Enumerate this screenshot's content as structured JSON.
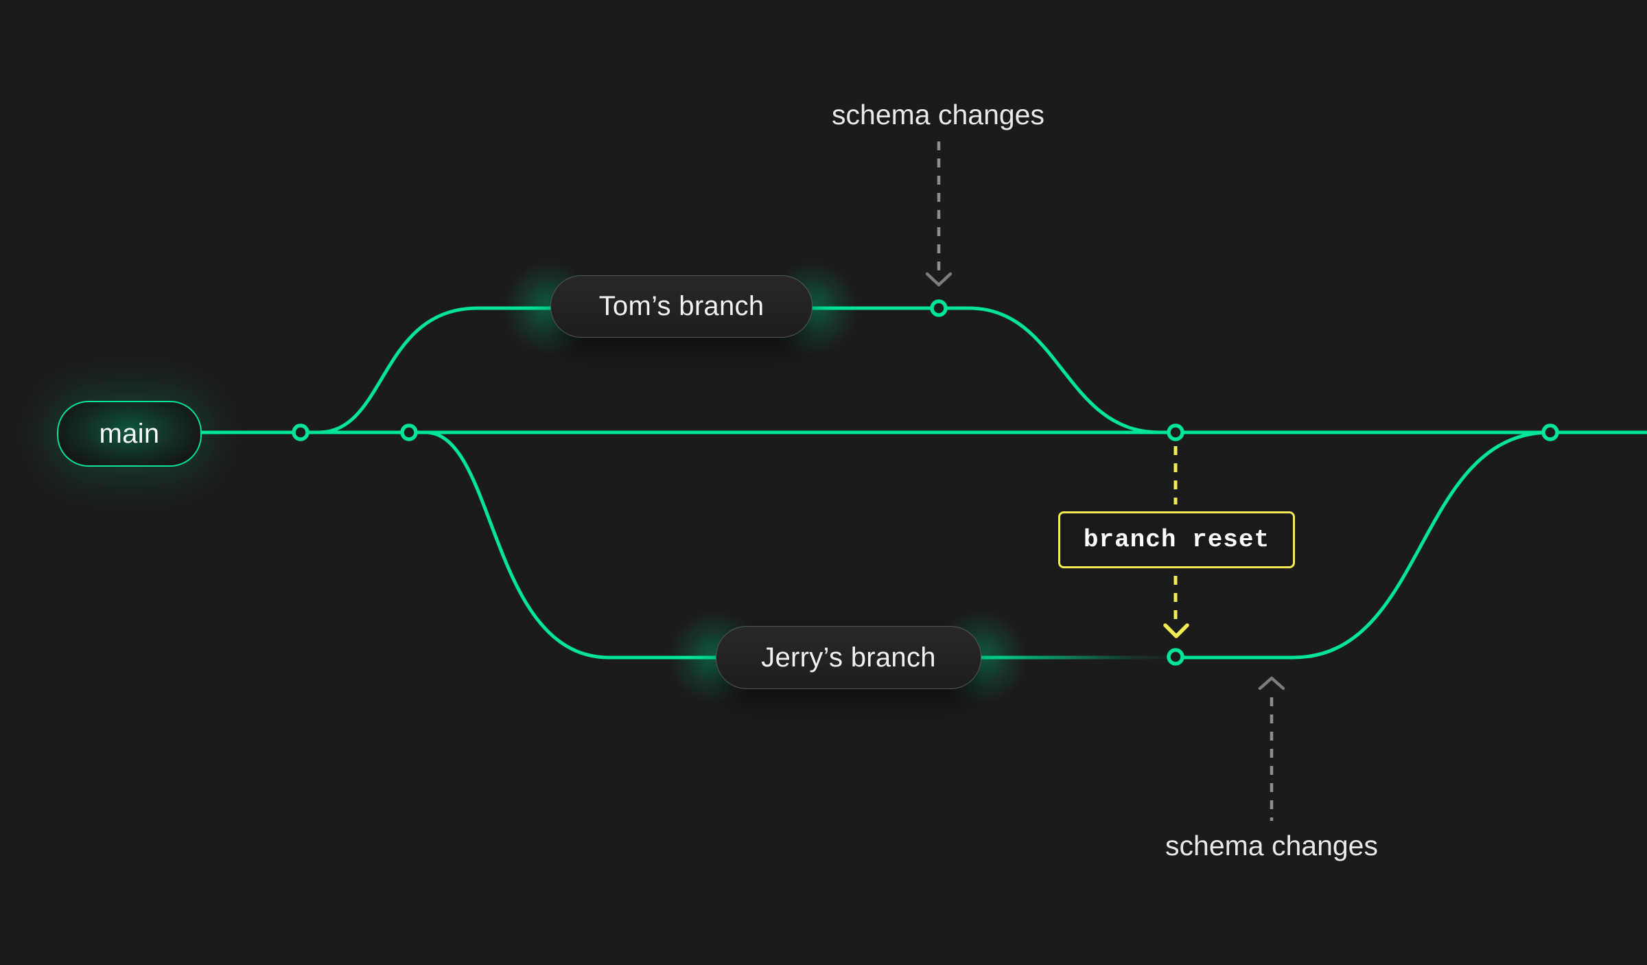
{
  "diagram": {
    "colors": {
      "background": "#1b1b1b",
      "branch_green": "#00e599",
      "reset_yellow": "#f1ec54",
      "annotation_gray": "#8d8d8d",
      "label_text": "#f2f2f2"
    },
    "labels": {
      "main_branch": "main",
      "tom_branch": "Tom’s branch",
      "jerry_branch": "Jerry’s branch"
    },
    "annotations": {
      "schema_changes_top": "schema changes",
      "schema_changes_bottom": "schema changes",
      "branch_reset": "branch reset"
    }
  }
}
